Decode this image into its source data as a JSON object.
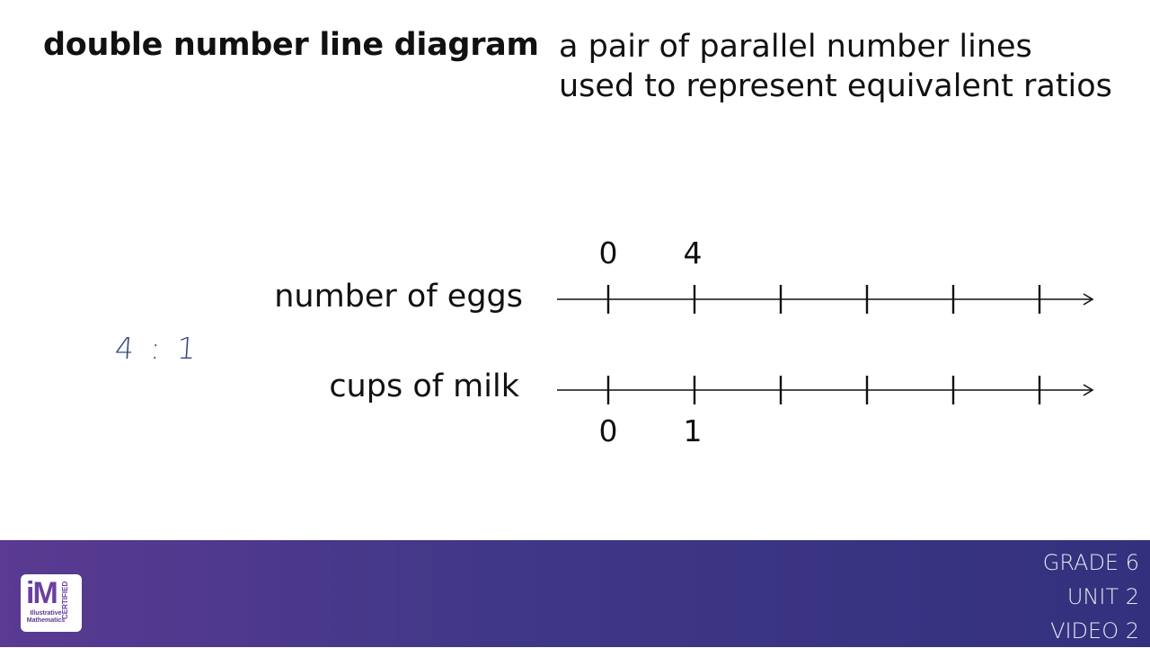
{
  "header": {
    "term": "double number line diagram",
    "definition_line1": "a pair of parallel number lines",
    "definition_line2": "used to represent equivalent ratios"
  },
  "diagram": {
    "top_line": {
      "label": "number of eggs",
      "tick_labels": [
        "0",
        "4"
      ],
      "tick_count": 6
    },
    "bottom_line": {
      "label": "cups of milk",
      "tick_labels": [
        "0",
        "1"
      ],
      "tick_count": 6
    },
    "handwritten_ratio": "4 : 1"
  },
  "footer": {
    "logo_text": "iM",
    "logo_name": "Illustrative Mathematics",
    "logo_badge": "CERTIFIED",
    "grade": "GRADE 6",
    "unit": "UNIT 2",
    "video": "VIDEO 2"
  },
  "colors": {
    "footer_start": "#5a3a92",
    "footer_end": "#33317e",
    "handwriting": "#3a4a7c"
  }
}
